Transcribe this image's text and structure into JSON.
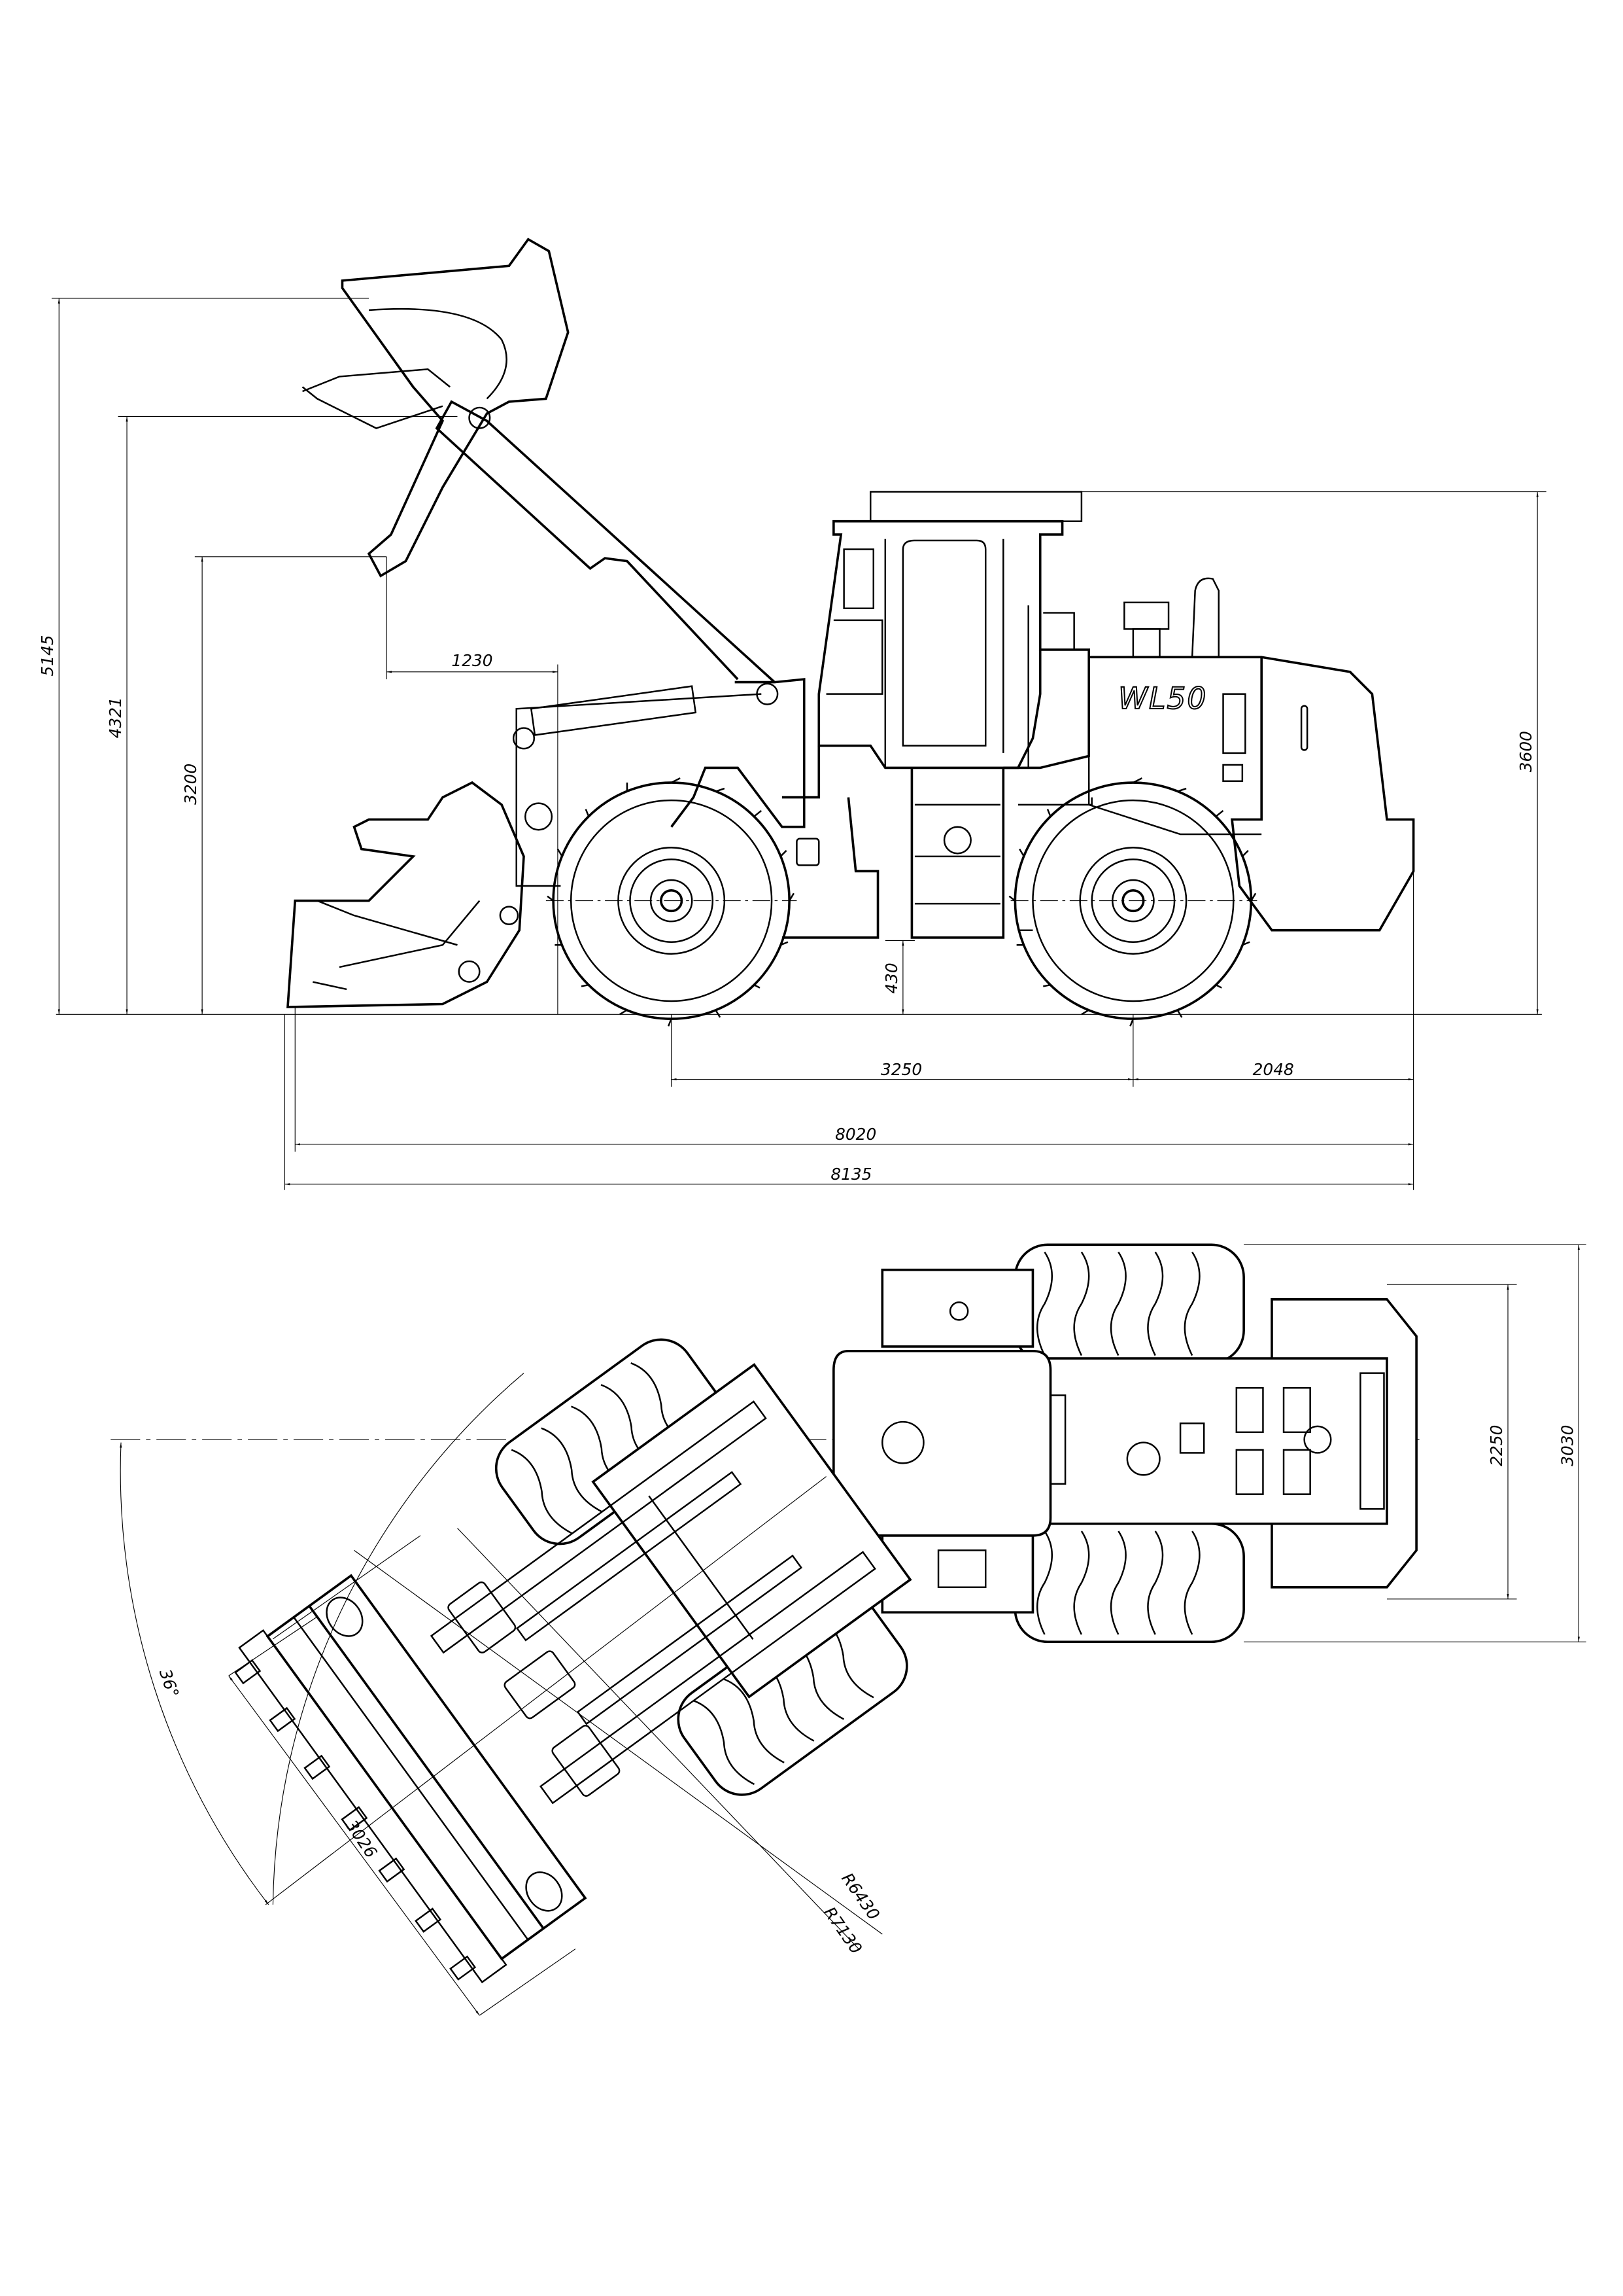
{
  "drawing": {
    "model_label": "WL50",
    "side_view": {
      "dims": {
        "max_dump_pin_height": "5145",
        "hinge_pin_height": "4321",
        "dump_clearance": "3200",
        "dump_reach": "1230",
        "overall_height": "3600",
        "ground_clearance": "430",
        "wheelbase": "3250",
        "rear_overhang": "2048",
        "length_bucket_down": "8020",
        "overall_length": "8135"
      }
    },
    "top_view": {
      "dims": {
        "tread_width": "2250",
        "overall_width": "3030",
        "articulation_angle": "36°",
        "bucket_width": "3026",
        "inner_turning_radius": "R6430",
        "outer_turning_radius": "R7130"
      }
    },
    "colors": {
      "line": "#000000",
      "background": "#ffffff"
    }
  }
}
